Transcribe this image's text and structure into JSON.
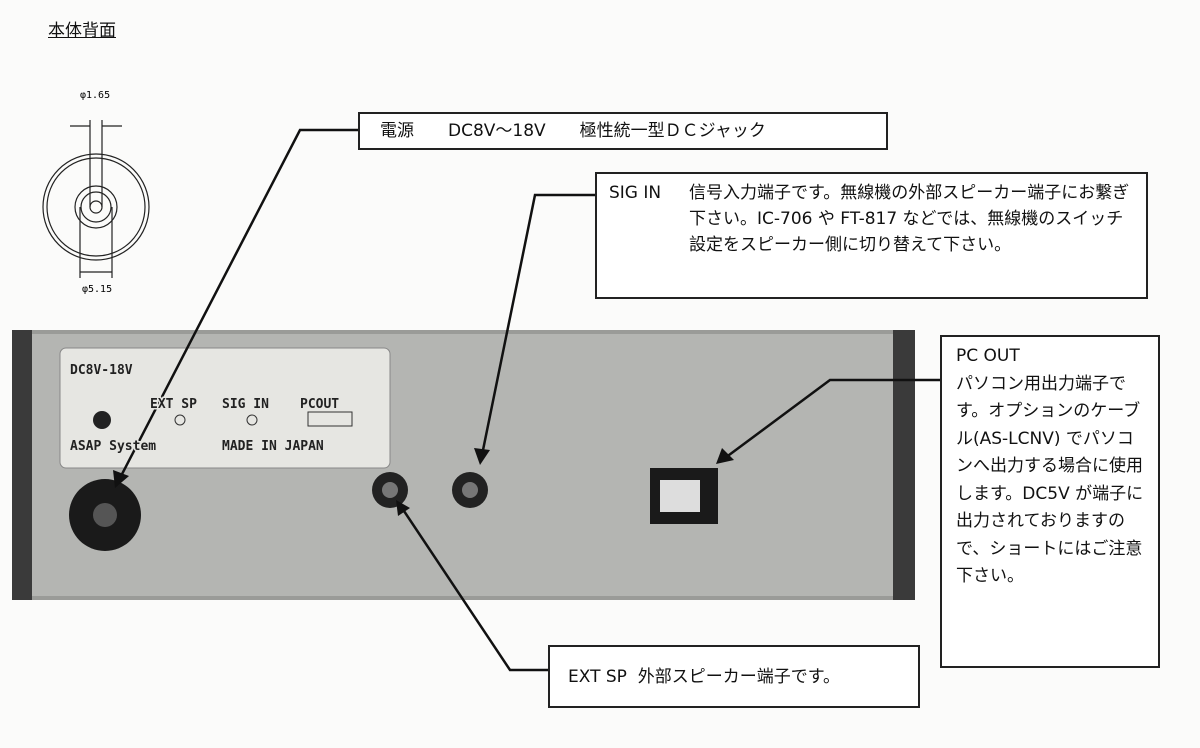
{
  "section_title": "本体背面",
  "jack_diagram": {
    "inner_diameter": "φ1.65",
    "outer_diameter": "φ5.15"
  },
  "device_panel": {
    "voltage": "DC8V-18V",
    "ext_sp": "EXT SP",
    "sig_in": "SIG IN",
    "pc_out": "PCOUT",
    "brand": "ASAP System",
    "origin": "MADE IN JAPAN"
  },
  "callouts": {
    "power": {
      "label": "電源",
      "spec": "DC8V～18V",
      "desc": "極性統一型ＤＣジャック"
    },
    "sig_in": {
      "label": "SIG IN",
      "desc": "信号入力端子です。無線機の外部スピーカー端子にお繋ぎ下さい。IC-706 や FT-817 などでは、無線機のスイッチ設定をスピーカー側に切り替えて下さい。"
    },
    "pc_out": {
      "label": "PC OUT",
      "desc": "パソコン用出力端子です。オプションのケーブル(AS-LCNV) でパソコンへ出力する場合に使用します。DC5V が端子に出力されておりますので、ショートにはご注意下さい。"
    },
    "ext_sp": {
      "label": "EXT SP",
      "desc": "外部スピーカー端子です。"
    }
  }
}
